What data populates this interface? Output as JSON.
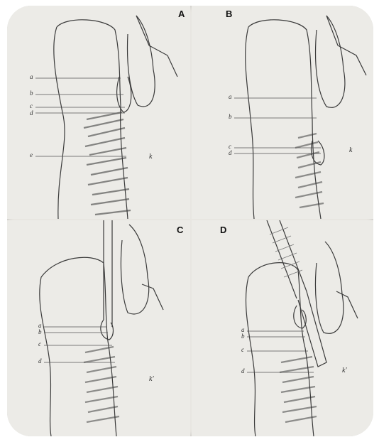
{
  "figure": {
    "panels": [
      {
        "id": "A",
        "letter": "A",
        "line_labels": [
          "a",
          "b",
          "c",
          "d",
          "e"
        ],
        "side_mark": "k"
      },
      {
        "id": "B",
        "letter": "B",
        "line_labels": [
          "a",
          "b",
          "c",
          "d"
        ],
        "side_mark": "k"
      },
      {
        "id": "C",
        "letter": "C",
        "line_labels": [
          "a",
          "b",
          "c",
          "d"
        ],
        "side_mark": "k'"
      },
      {
        "id": "D",
        "letter": "D",
        "line_labels": [
          "a",
          "b",
          "c",
          "d"
        ],
        "side_mark": "k'"
      }
    ]
  },
  "colors": {
    "paper": "#ecebe7",
    "ink": "#3a3a3a",
    "shading": "#2f2f2f",
    "frame": "#ffffff"
  }
}
